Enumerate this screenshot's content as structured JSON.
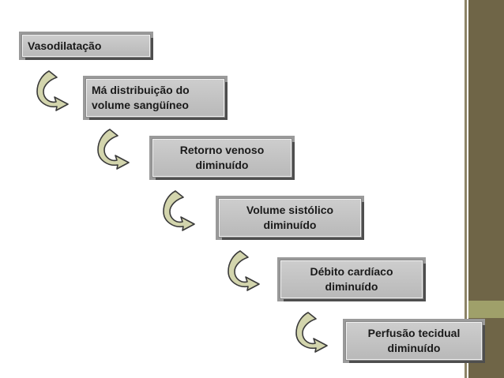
{
  "diagram": {
    "steps": [
      {
        "label": "Vasodilatação"
      },
      {
        "label": "Má distribuição do\nvolume sangüíneo"
      },
      {
        "label": "Retorno venoso\ndiminuído"
      },
      {
        "label": "Volume sistólico\ndiminuído"
      },
      {
        "label": "Débito cardíaco\ndiminuído"
      },
      {
        "label": "Perfusão tecidual\ndiminuído"
      }
    ],
    "colors": {
      "box_fill": "#c4c4c4",
      "box_shadow": "#4e4e4e",
      "arrow_fill": "#d3d5ad",
      "arrow_stroke": "#3a3a3a",
      "side_bar": "#6f6547",
      "side_accent": "#9fa06a"
    }
  }
}
